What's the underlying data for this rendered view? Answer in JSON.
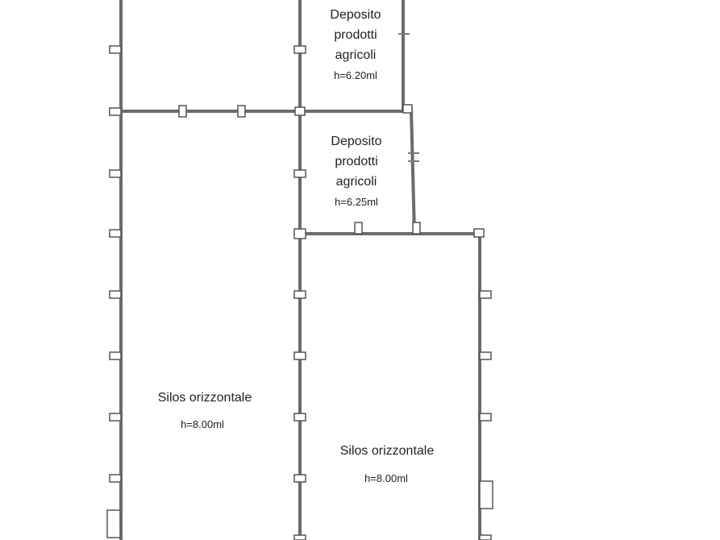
{
  "rooms": [
    {
      "lines": [
        "Deposito",
        "prodotti",
        "agricoli"
      ],
      "height": "h=6.20ml"
    },
    {
      "lines": [
        "Deposito",
        "prodotti",
        "agricoli"
      ],
      "height": "h=6.25ml"
    },
    {
      "lines": [
        "Silos orizzontale"
      ],
      "height": "h=8.00ml"
    },
    {
      "lines": [
        "Silos orizzontale"
      ],
      "height": "h=8.00ml"
    }
  ]
}
